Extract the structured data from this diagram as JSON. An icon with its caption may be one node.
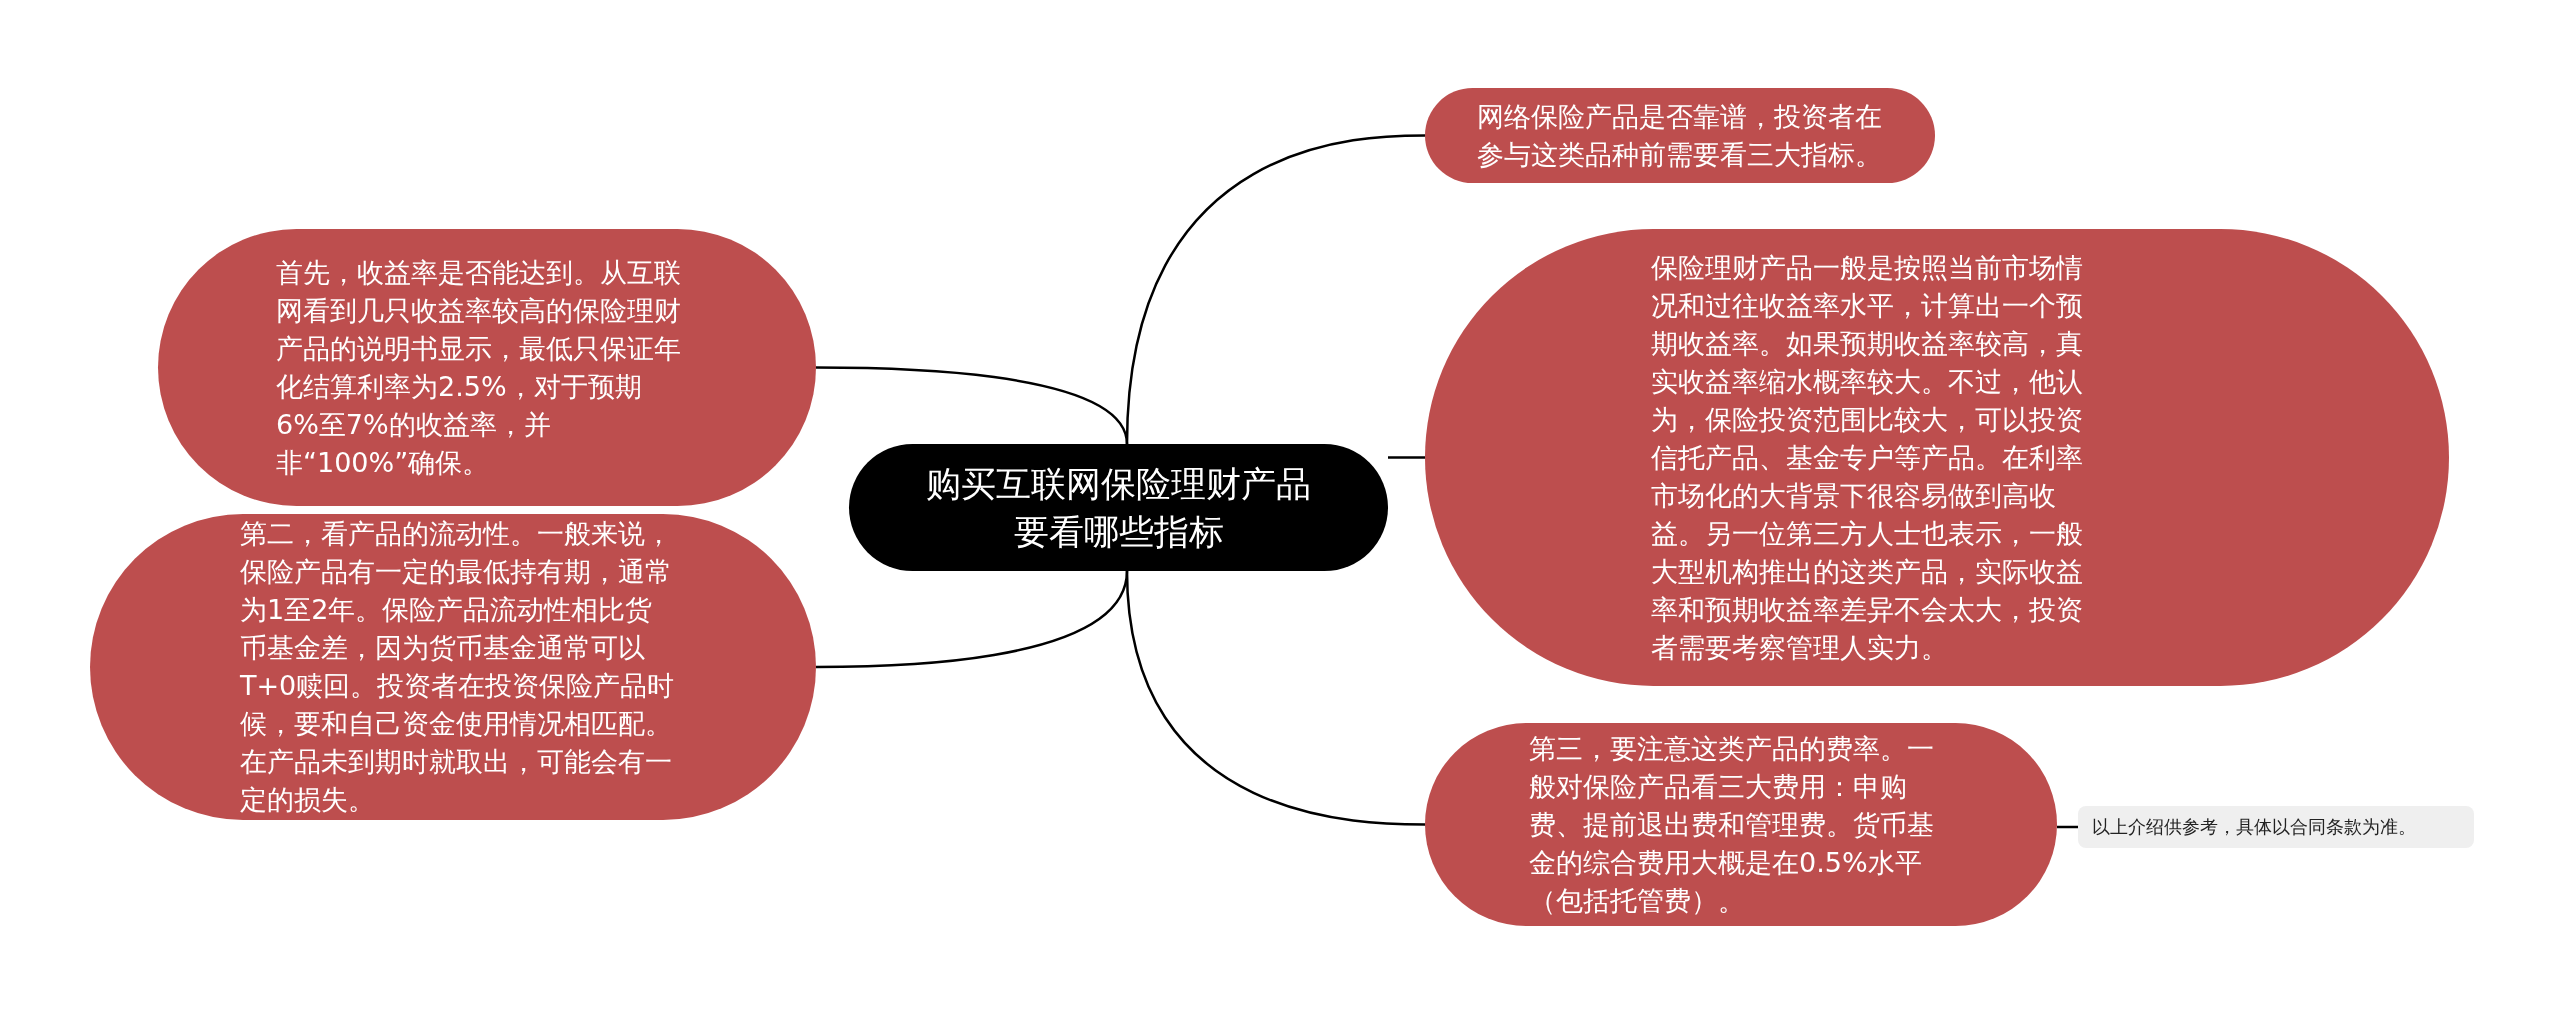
{
  "diagram": {
    "nodes": [
      {
        "text": [
          "购买互联网保险理财产品要看哪些指标"
        ]
      },
      {
        "text": [
          "首先，收益率是否能达到。从互联网看到几只收益率较高的保险理财产品的说明书显示，最低只保证年化结算利率为2.5%，对于预期6%至7%的收益率，并非“100%”确保。"
        ]
      },
      {
        "text": [
          "第二，看产品的流动性。一般来说，保险产品有一定的最低持有期，通常为1至2年。保险产品流动性相比货币基金差，因为货币基金通常可以T+0赎回。投资者在投资保险产品时候，要和自己资金使用情况相匹配。在产品未到期时就取出，可能会有一定的损失。"
        ]
      },
      {
        "text": [
          "网络保险产品是否靠谱，投资者在参与这类品种前需要看三大指标。"
        ]
      },
      {
        "text": [
          "保险理财产品一般是按照当前市场情况和过往收益率水平，计算出一个预期收益率。如果预期收益率较高，真实收益率缩水概率较大。不过，他认为，保险投资范围比较大，可以投资信托产品、基金专户等产品。在利率市场化的大背景下很容易做到高收益。另一位第三方人士也表示，一般大型机构推出的这类产品，实际收益率和预期收益率差异不会太大，投资者需要考察管理人实力。"
        ]
      },
      {
        "text": [
          "第三，要注意这类产品的费率。一般对保险产品看三大费用：申购费、提前退出费和管理费。货币基金的综合费用大概是在0.5%水平（包括托管费）。"
        ]
      },
      {
        "text": [
          "以上介绍供参考，具体以合同条款为准。"
        ]
      }
    ],
    "edges": [
      {
        "from": 0,
        "to": 1,
        "arrow": "none"
      },
      {
        "from": 0,
        "to": 2,
        "arrow": "none"
      },
      {
        "from": 0,
        "to": 3,
        "arrow": "none"
      },
      {
        "from": 0,
        "to": 4,
        "arrow": "none"
      },
      {
        "from": 0,
        "to": 5,
        "arrow": "none"
      },
      {
        "from": 5,
        "to": 6,
        "arrow": "none"
      }
    ]
  }
}
